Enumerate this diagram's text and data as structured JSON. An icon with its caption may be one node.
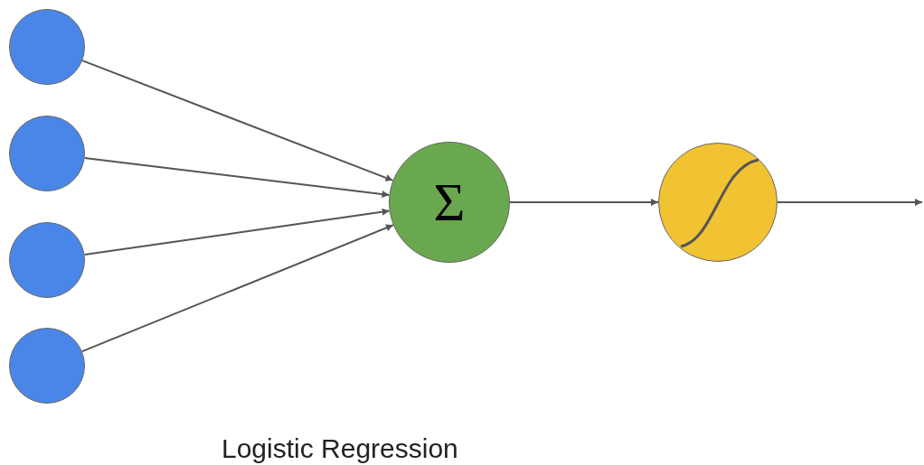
{
  "diagram": {
    "caption": "Logistic Regression",
    "nodes": [
      {
        "text": [],
        "shape": "circle"
      },
      {
        "text": [],
        "shape": "circle"
      },
      {
        "text": [],
        "shape": "circle"
      },
      {
        "text": [],
        "shape": "circle"
      },
      {
        "text": [
          "Σ"
        ]
      },
      {
        "text": [],
        "shape": "circle"
      }
    ],
    "edges": [
      {
        "from": 0,
        "to": 4,
        "arrow": "to"
      },
      {
        "from": 1,
        "to": 4,
        "arrow": "to"
      },
      {
        "from": 2,
        "to": 4,
        "arrow": "to"
      },
      {
        "from": 3,
        "to": 4,
        "arrow": "to"
      },
      {
        "from": 4,
        "to": 5,
        "arrow": "to"
      },
      {
        "from": 5,
        "to": null,
        "arrow": "to"
      }
    ]
  }
}
